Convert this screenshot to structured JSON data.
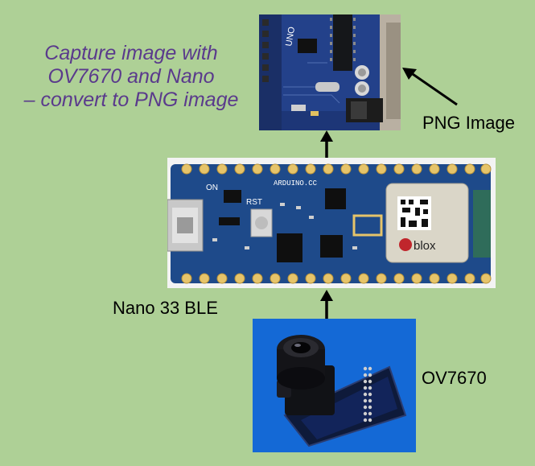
{
  "caption": {
    "lines": [
      "Capture image with",
      "OV7670 and Nano",
      "– convert to PNG image"
    ],
    "color": "#5a3a8c"
  },
  "labels": {
    "png_image": "PNG Image",
    "nano": "Nano 33 BLE",
    "camera": "OV7670"
  },
  "board_text": {
    "on": "ON",
    "rst": "RST",
    "arduino": "ARDUINO.CC",
    "blox": "blox",
    "uno": "UNO"
  },
  "colors": {
    "background": "#aed096",
    "board_blue": "#1e4a8a",
    "camera_background": "#1469d6"
  }
}
